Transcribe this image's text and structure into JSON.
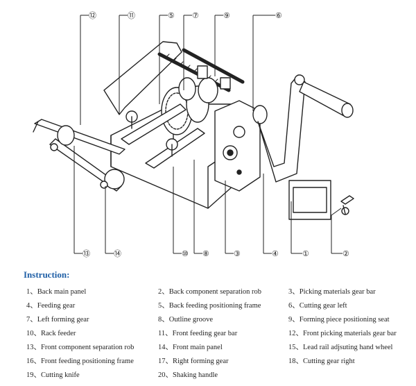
{
  "callouts": [
    "⑫",
    "⑪",
    "⑤",
    "⑦",
    "⑨",
    "⑥",
    "⑬",
    "⑭",
    "⑩",
    "⑧",
    "③",
    "④",
    "①",
    "②"
  ],
  "instruction_title": "Instruction:",
  "legend": [
    "1、Back main panel",
    "2、Back component separation rob",
    "3、Picking materials gear bar",
    "4、Feeding gear",
    "5、Back feeding positioning frame",
    "6、Cutting gear left",
    "7、Left forming gear",
    "8、Outline groove",
    "9、Forming piece positioning seat",
    "10、Rack feeder",
    "11、Front feeding gear bar",
    "12、Front picking materials gear bar",
    "13、Front component separation rob",
    "14、Front main panel",
    "15、Lead rail adjsuting hand wheel",
    "16、Front feeding positioning frame",
    "17、Right forming gear",
    "18、Cutting gear right",
    "19、Cutting knife",
    "20、Shaking handle"
  ]
}
